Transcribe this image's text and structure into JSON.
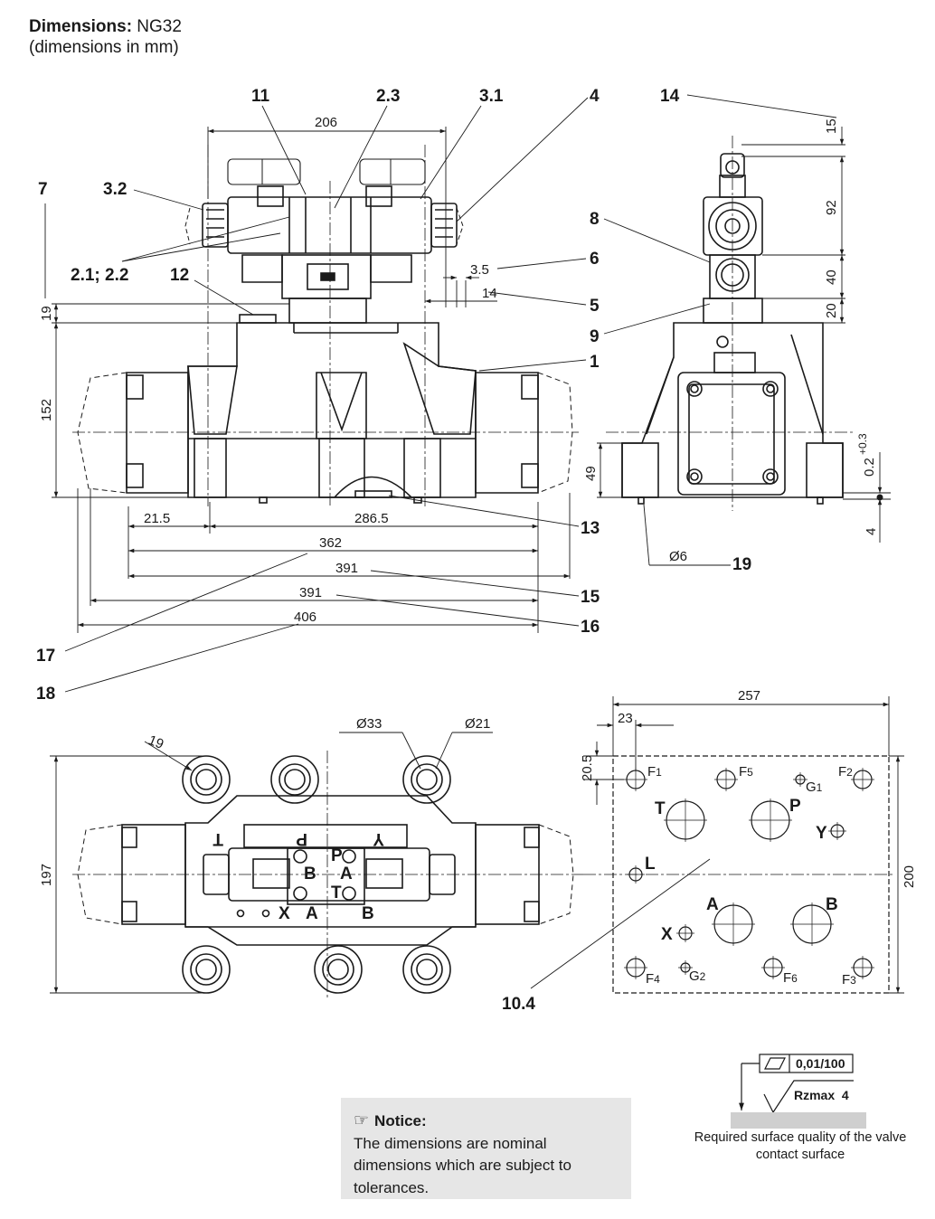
{
  "header": {
    "title_bold": "Dimensions:",
    "title_rest": " NG32",
    "subtitle": "(dimensions in mm)"
  },
  "callouts": {
    "c11": "11",
    "c2_3": "2.3",
    "c3_1": "3.1",
    "c4": "4",
    "c14": "14",
    "c7": "7",
    "c3_2": "3.2",
    "c2_1_2_2": "2.1; 2.2",
    "c12": "12",
    "c8": "8",
    "c6": "6",
    "c5": "5",
    "c9": "9",
    "c1": "1",
    "c13": "13",
    "c19": "19",
    "c15": "15",
    "c16": "16",
    "c17": "17",
    "c18": "18",
    "c10_4": "10.4"
  },
  "dimensions": {
    "d206": "206",
    "d3_5": "3.5",
    "d14": "14",
    "d19": "19",
    "d152": "152",
    "d21_5": "21.5",
    "d286_5": "286.5",
    "d362": "362",
    "d391a": "391",
    "d391b": "391",
    "d406": "406",
    "d15": "15",
    "d92": "92",
    "d40": "40",
    "d20": "20",
    "d49": "49",
    "d0_2": "0.2",
    "d0_2_tol": "+0.3",
    "d4": "4",
    "d6": "Ø6",
    "d33": "Ø33",
    "d21": "Ø21",
    "d19r": "19",
    "d197": "197",
    "d257": "257",
    "d23": "23",
    "d20_5": "20.5",
    "d200": "200"
  },
  "ports": {
    "T": "T",
    "P": "P",
    "Y": "Y",
    "L": "L",
    "A": "A",
    "B": "B",
    "X": "X",
    "F1": "F",
    "F1n": "1",
    "F2": "F",
    "F2n": "2",
    "F3": "F",
    "F3n": "3",
    "F4": "F",
    "F4n": "4",
    "F5": "F",
    "F5n": "5",
    "F6": "F",
    "F6n": "6",
    "G1": "G",
    "G1n": "1",
    "G2": "G",
    "G2n": "2"
  },
  "topview_labels": {
    "T": "T",
    "P": "P",
    "Y": "Y",
    "X": "X",
    "A": "A",
    "B": "B",
    "pilotP": "P",
    "pilotB": "B",
    "pilotA": "A",
    "pilotT": "T"
  },
  "surface": {
    "flatness": "0,01/100",
    "roughness": "Rzmax  4",
    "caption": "Required surface quality of the valve contact surface"
  },
  "notice": {
    "heading": "Notice:",
    "body": "The dimensions are nominal dimensions which are subject to tolerances."
  }
}
